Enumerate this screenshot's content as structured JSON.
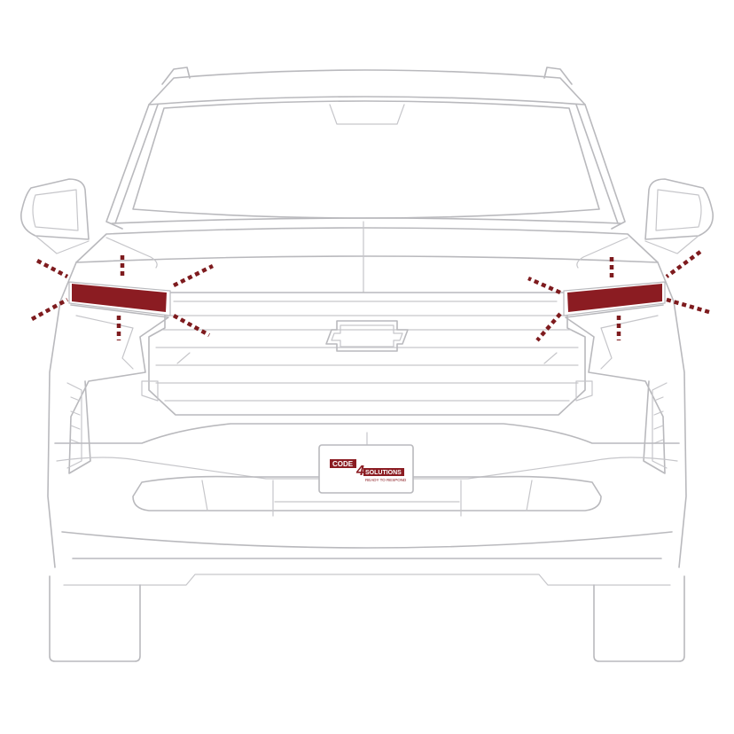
{
  "colors": {
    "accent": "#8b1c22",
    "ray": "#7e1b1e",
    "outline": "#b9b9bd",
    "background": "#ffffff"
  },
  "plate": {
    "brand_left": "CODE",
    "brand_mark": "4",
    "brand_right": "SOLUTIONS",
    "tagline": "READY TO RESPOND"
  },
  "lights": [
    {
      "side": "left",
      "state": "flashing",
      "color": "#8b1c22"
    },
    {
      "side": "right",
      "state": "flashing",
      "color": "#8b1c22"
    }
  ]
}
